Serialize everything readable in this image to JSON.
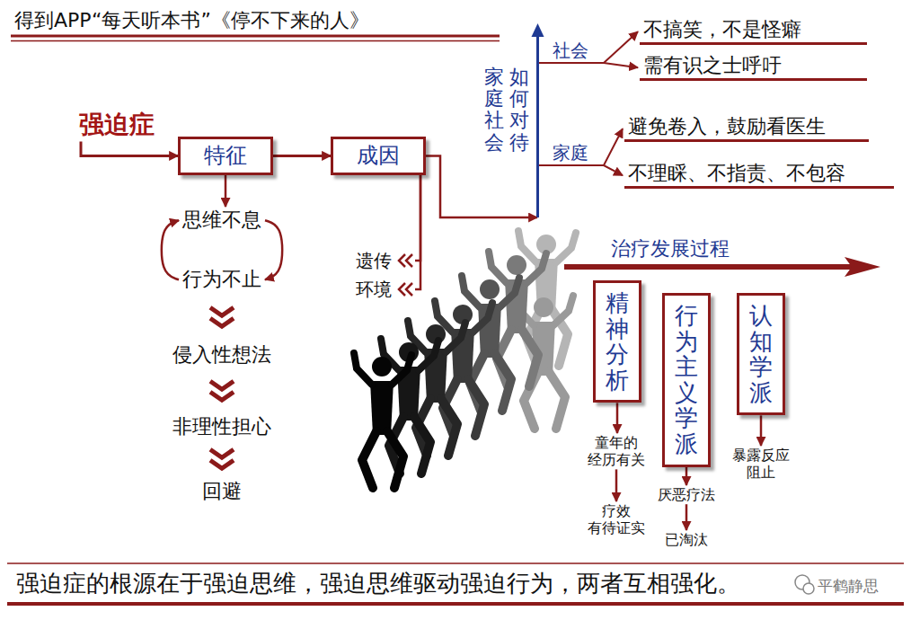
{
  "diagram": {
    "title": "得到APP“每天听本书”《停不下来的人》",
    "caption": "强迫症的根源在于强迫思维，强迫思维驱动强迫行为，两者互相强化。",
    "nodes": [
      {
        "text": [
          "强迫症"
        ]
      },
      {
        "text": [
          "特征"
        ]
      },
      {
        "text": [
          "成因"
        ]
      },
      {
        "text": [
          "思维不息"
        ]
      },
      {
        "text": [
          "行为不止"
        ]
      },
      {
        "text": [
          "侵入性想法"
        ]
      },
      {
        "text": [
          "非理性担心"
        ]
      },
      {
        "text": [
          "回避"
        ]
      },
      {
        "text": [
          "遗传"
        ]
      },
      {
        "text": [
          "环境"
        ]
      },
      {
        "text": [
          "家庭社会",
          "如何对待"
        ]
      },
      {
        "text": [
          "社会"
        ]
      },
      {
        "text": [
          "不搞笑，不是怪癖"
        ]
      },
      {
        "text": [
          "需有识之士呼吁"
        ]
      },
      {
        "text": [
          "家庭"
        ]
      },
      {
        "text": [
          "避免卷入，鼓励看医生"
        ]
      },
      {
        "text": [
          "不理睬、不指责、不包容"
        ]
      },
      {
        "text": [
          "治疗发展过程"
        ]
      },
      {
        "text": [
          "精神分析"
        ]
      },
      {
        "text": [
          "行为主义学派"
        ]
      },
      {
        "text": [
          "认知学派"
        ]
      },
      {
        "text": [
          "童年的 经历有关"
        ]
      },
      {
        "text": [
          "疗效 有待证实"
        ]
      },
      {
        "text": [
          "厌恶疗法"
        ]
      },
      {
        "text": [
          "已淘汰"
        ]
      },
      {
        "text": [
          "暴露反应 阻止"
        ]
      }
    ],
    "edges": [
      {
        "from": 0,
        "to": 1,
        "arrow": "to"
      },
      {
        "from": 1,
        "to": 2,
        "arrow": "to"
      },
      {
        "from": 1,
        "to": 3,
        "arrow": "to"
      },
      {
        "from": 3,
        "to": 4,
        "arrow": "to"
      },
      {
        "from": 4,
        "to": 3,
        "arrow": "to"
      },
      {
        "from": 4,
        "to": 5,
        "arrow": "to"
      },
      {
        "from": 5,
        "to": 6,
        "arrow": "to"
      },
      {
        "from": 6,
        "to": 7,
        "arrow": "to"
      },
      {
        "from": 2,
        "to": 8,
        "arrow": "to"
      },
      {
        "from": 2,
        "to": 9,
        "arrow": "to"
      },
      {
        "from": 2,
        "to": 10,
        "arrow": "to"
      },
      {
        "from": 10,
        "to": 11,
        "arrow": "none"
      },
      {
        "from": 11,
        "to": 12,
        "arrow": "to"
      },
      {
        "from": 11,
        "to": 13,
        "arrow": "to"
      },
      {
        "from": 10,
        "to": 14,
        "arrow": "none"
      },
      {
        "from": 14,
        "to": 15,
        "arrow": "to"
      },
      {
        "from": 14,
        "to": 16,
        "arrow": "to"
      },
      {
        "from": 18,
        "to": 21,
        "arrow": "to"
      },
      {
        "from": 21,
        "to": 22,
        "arrow": "to"
      },
      {
        "from": 19,
        "to": 23,
        "arrow": "to"
      },
      {
        "from": 23,
        "to": 24,
        "arrow": "to"
      },
      {
        "from": 20,
        "to": 25,
        "arrow": "to"
      }
    ],
    "labels": [
      "平鹤静思"
    ]
  }
}
